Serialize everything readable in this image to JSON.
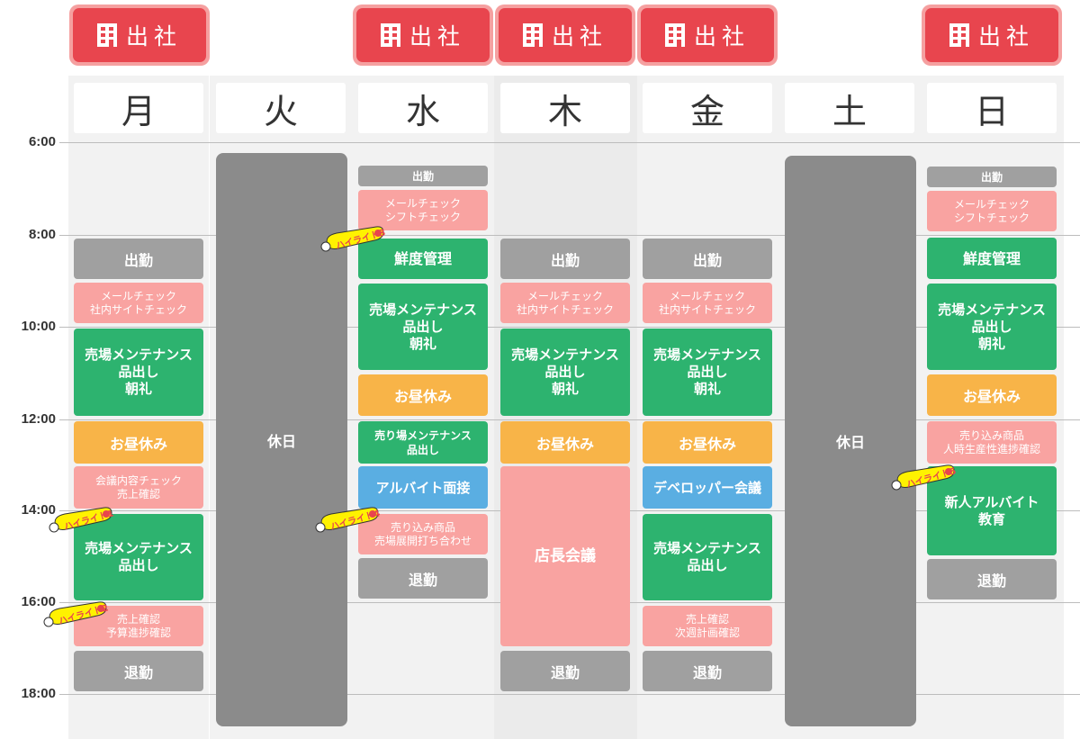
{
  "badges": [
    {
      "label": "出社"
    },
    {
      "label": "出社"
    },
    {
      "label": "出社"
    },
    {
      "label": "出社"
    },
    {
      "label": "出社"
    }
  ],
  "days": [
    "月",
    "火",
    "水",
    "木",
    "金",
    "土",
    "日"
  ],
  "times": [
    "6:00",
    "8:00",
    "10:00",
    "12:00",
    "14:00",
    "16:00",
    "18:00"
  ],
  "mon": {
    "b1": "出勤",
    "b2": "メールチェック\n社内サイトチェック",
    "b3": "売場メンテナンス\n品出し\n朝礼",
    "b4": "お昼休み",
    "b5": "会議内容チェック\n売上確認",
    "b6": "売場メンテナンス\n品出し",
    "b7": "売上確認\n予算進捗確認",
    "b8": "退勤"
  },
  "tue": {
    "holiday": "休日"
  },
  "wed": {
    "b1": "出勤",
    "b2": "メールチェック\nシフトチェック",
    "b3": "鮮度管理",
    "b4": "売場メンテナンス\n品出し\n朝礼",
    "b5": "お昼休み",
    "b6": "売り場メンテナンス\n品出し",
    "b7": "アルバイト面接",
    "b8": "売り込み商品\n売場展開打ち合わせ",
    "b9": "退勤"
  },
  "thu": {
    "b1": "出勤",
    "b2": "メールチェック\n社内サイトチェック",
    "b3": "売場メンテナンス\n品出し\n朝礼",
    "b4": "お昼休み",
    "b5": "店長会議",
    "b6": "退勤"
  },
  "fri": {
    "b1": "出勤",
    "b2": "メールチェック\n社内サイトチェック",
    "b3": "売場メンテナンス\n品出し\n朝礼",
    "b4": "お昼休み",
    "b5": "デベロッパー会議",
    "b6": "売場メンテナンス\n品出し",
    "b7": "売上確認\n次週計画確認",
    "b8": "退勤"
  },
  "sat": {
    "holiday": "休日"
  },
  "sun": {
    "b1": "出勤",
    "b2": "メールチェック\nシフトチェック",
    "b3": "鮮度管理",
    "b4": "売場メンテナンス\n品出し\n朝礼",
    "b5": "お昼休み",
    "b6": "売り込み商品\n人時生産性進捗確認",
    "b7": "新人アルバイト\n教育",
    "b8": "退勤"
  },
  "highlights": [
    "ハイライト1",
    "ハイライト2",
    "ハイライト3",
    "ハイライト4",
    "ハイライト5"
  ],
  "colors": {
    "badge": "#e8454e",
    "gray": "#a0a0a0",
    "pink": "#f9a3a1",
    "green": "#2db36f",
    "orange": "#f8b448",
    "blue": "#5aaee2",
    "holiday": "#8b8b8b"
  }
}
